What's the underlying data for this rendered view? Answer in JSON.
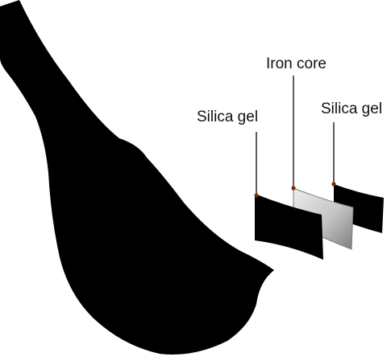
{
  "labels": {
    "silica_gel_left": "Silica gel",
    "iron_core": "Iron core",
    "silica_gel_right": "Silica gel"
  },
  "colors": {
    "background": "#ffffff",
    "fill_black": "#000000",
    "leader_line": "#333333",
    "pin_dot": "#8b2500",
    "iron_core_light": "#e6e6e6",
    "iron_core_dark": "#8a8a8a"
  }
}
